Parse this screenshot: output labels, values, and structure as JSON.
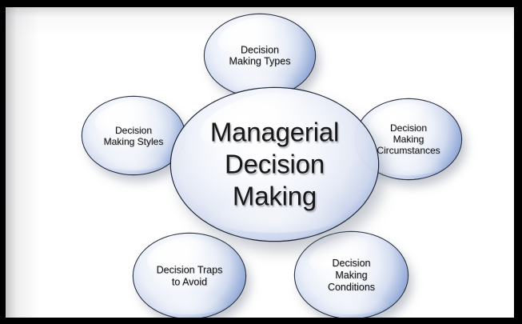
{
  "diagram": {
    "title": "Managerial Decision Making",
    "center": {
      "label": "Managerial\nDecision\nMaking",
      "name": "center-bubble"
    },
    "satellites": [
      {
        "label": "Decision\nMaking Types",
        "name": "bubble-top",
        "position": "top"
      },
      {
        "label": "Decision\nMaking Styles",
        "name": "bubble-left",
        "position": "left"
      },
      {
        "label": "Decision\nMaking\nCircumstances",
        "name": "bubble-right",
        "position": "right"
      },
      {
        "label": "Decision Traps\nto Avoid",
        "name": "bubble-bottom-left",
        "position": "bottom-left"
      },
      {
        "label": "Decision\nMaking\nConditions",
        "name": "bubble-bottom-right",
        "position": "bottom-right"
      }
    ],
    "colors": {
      "bubble_rim": "#4a68a3",
      "bubble_mid": "#7491c7",
      "bubble_core": "#f4f6fb",
      "text": "#171717",
      "frame_border": "#000000",
      "background": "#ffffff"
    }
  }
}
